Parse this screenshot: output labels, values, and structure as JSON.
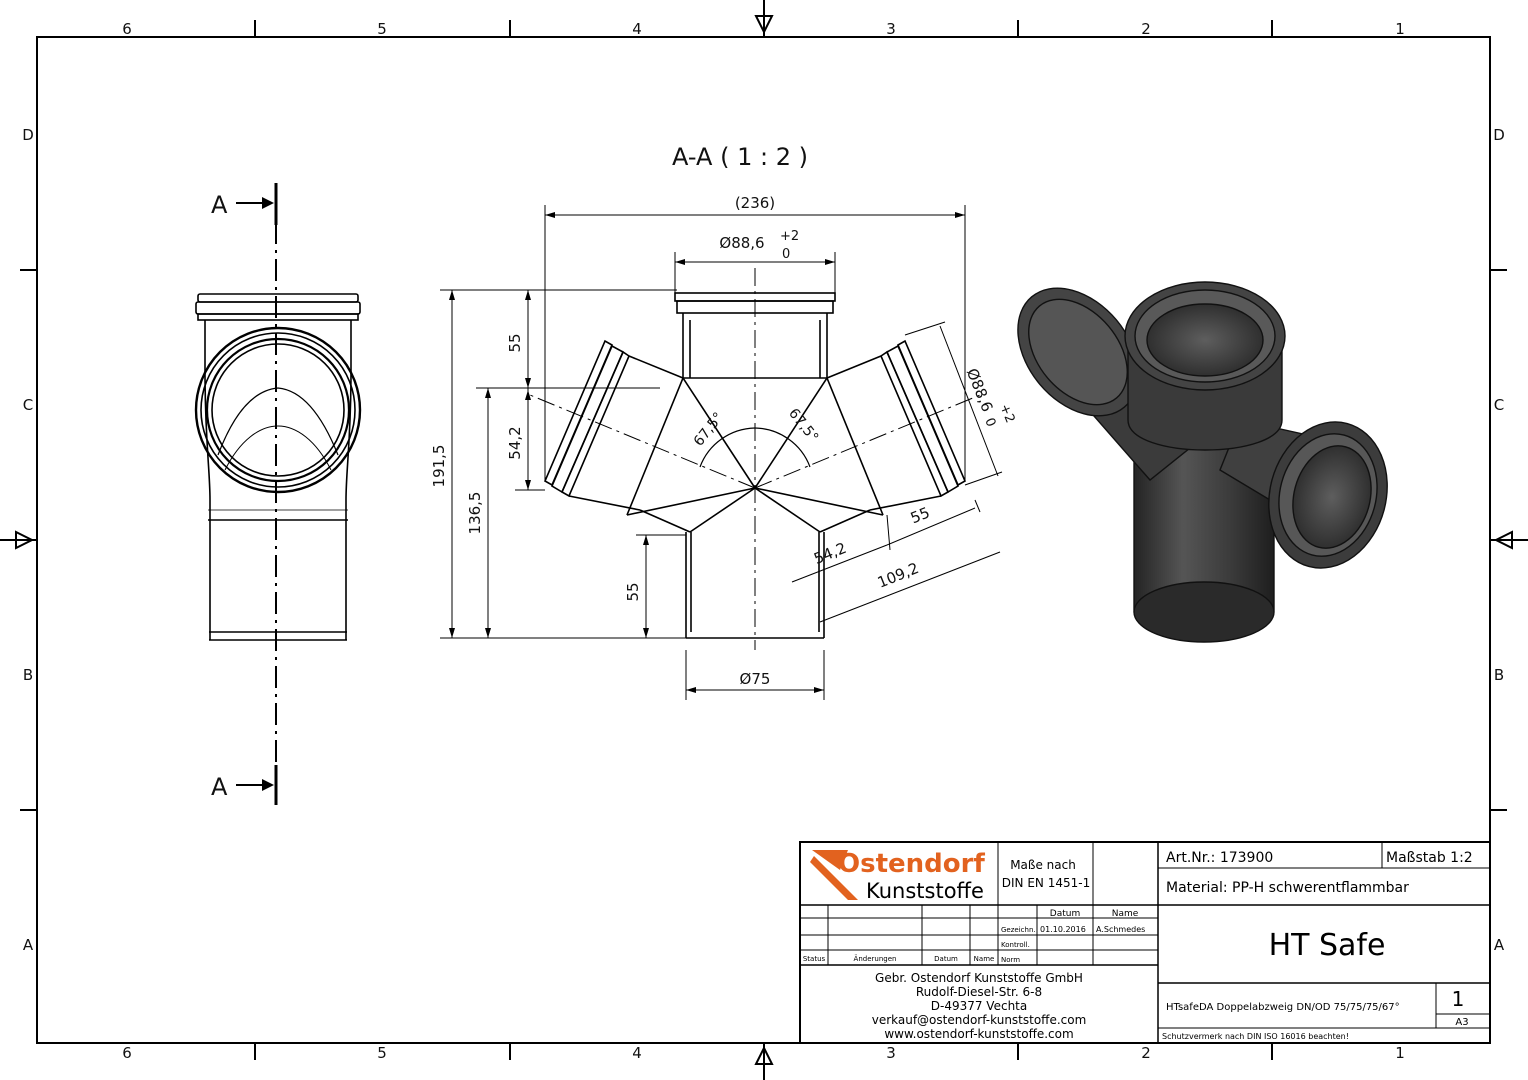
{
  "frame": {
    "col_labels": [
      "6",
      "5",
      "4",
      "3",
      "2",
      "1"
    ],
    "row_labels": [
      "D",
      "C",
      "B",
      "A"
    ]
  },
  "drawing": {
    "section_marker_letter": "A",
    "section_title": "A-A ( 1 : 2 )",
    "dimensions": {
      "overall_width": "(236)",
      "top_diameter": "Ø88,6",
      "top_tol_upper": "+2",
      "top_tol_lower": "0",
      "side_diameter": "Ø88,6",
      "side_tol_upper": "+2",
      "side_tol_lower": "0",
      "top_socket_len": "55",
      "side_offset": "54,2",
      "overall_height": "191,5",
      "branch_height": "136,5",
      "bottom_spigot_len": "55",
      "bottom_diameter": "Ø75",
      "angle_left": "67,5°",
      "angle_right": "67,5°",
      "branch_socket_len": "55",
      "branch_offset": "54,2",
      "branch_length": "109,2"
    }
  },
  "title_block": {
    "logo_line1": "Ostendorf",
    "logo_line2": "Kunststoffe",
    "norm_line1": "Maße nach",
    "norm_line2": "DIN EN 1451-1",
    "col_datum": "Datum",
    "col_name": "Name",
    "row_gezeichnet": "Gezeichn.",
    "row_kontrolliert": "Kontroll.",
    "row_norm": "Norm",
    "drawn_date": "01.10.2016",
    "drawn_name": "A.Schmedes",
    "rev_status": "Status",
    "rev_aenderungen": "Änderungen",
    "rev_datum": "Datum",
    "rev_name": "Name",
    "company": "Gebr. Ostendorf Kunststoffe GmbH",
    "street": "Rudolf-Diesel-Str. 6-8",
    "city": "D-49377 Vechta",
    "email": "verkauf@ostendorf-kunststoffe.com",
    "web": "www.ostendorf-kunststoffe.com",
    "article_label": "Art.Nr.: 173900",
    "scale_label": "Maßstab 1:2",
    "material_label": "Material: PP-H schwerentflammbar",
    "product_title": "HT Safe",
    "product_description": "HTsafeDA Doppelabzweig DN/OD 75/75/75/67°",
    "sheet_number": "1",
    "sheet_format": "A3",
    "copyright_note": "Schutzvermerk nach DIN ISO 16016 beachten!"
  },
  "colors": {
    "logo_orange": "#e2621f",
    "render_dark": "#2f2f2f",
    "render_mid": "#454545",
    "render_light": "#6a6a6a"
  }
}
